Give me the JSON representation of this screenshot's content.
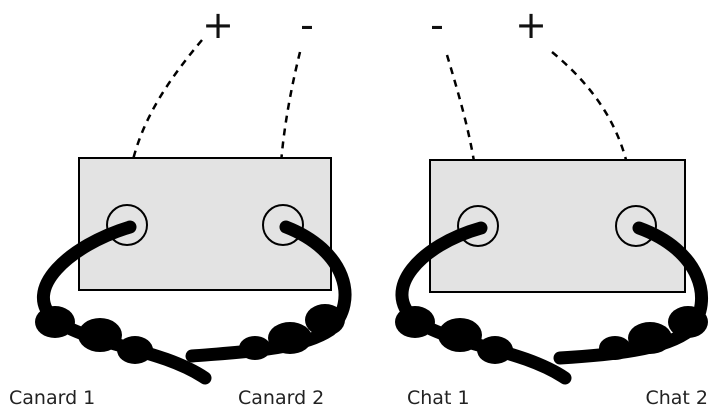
{
  "diagram": {
    "left_panel": {
      "signs": {
        "plus": "+",
        "minus": "-"
      },
      "labels": {
        "first": "Canard 1",
        "second": "Canard 2"
      }
    },
    "right_panel": {
      "signs": {
        "minus": "-",
        "plus": "+"
      },
      "labels": {
        "first": "Chat 1",
        "second": "Chat 2"
      }
    },
    "colors": {
      "box_fill": "#e3e3e3",
      "stroke": "#000000",
      "cable": "#000000",
      "background": "#ffffff"
    }
  }
}
